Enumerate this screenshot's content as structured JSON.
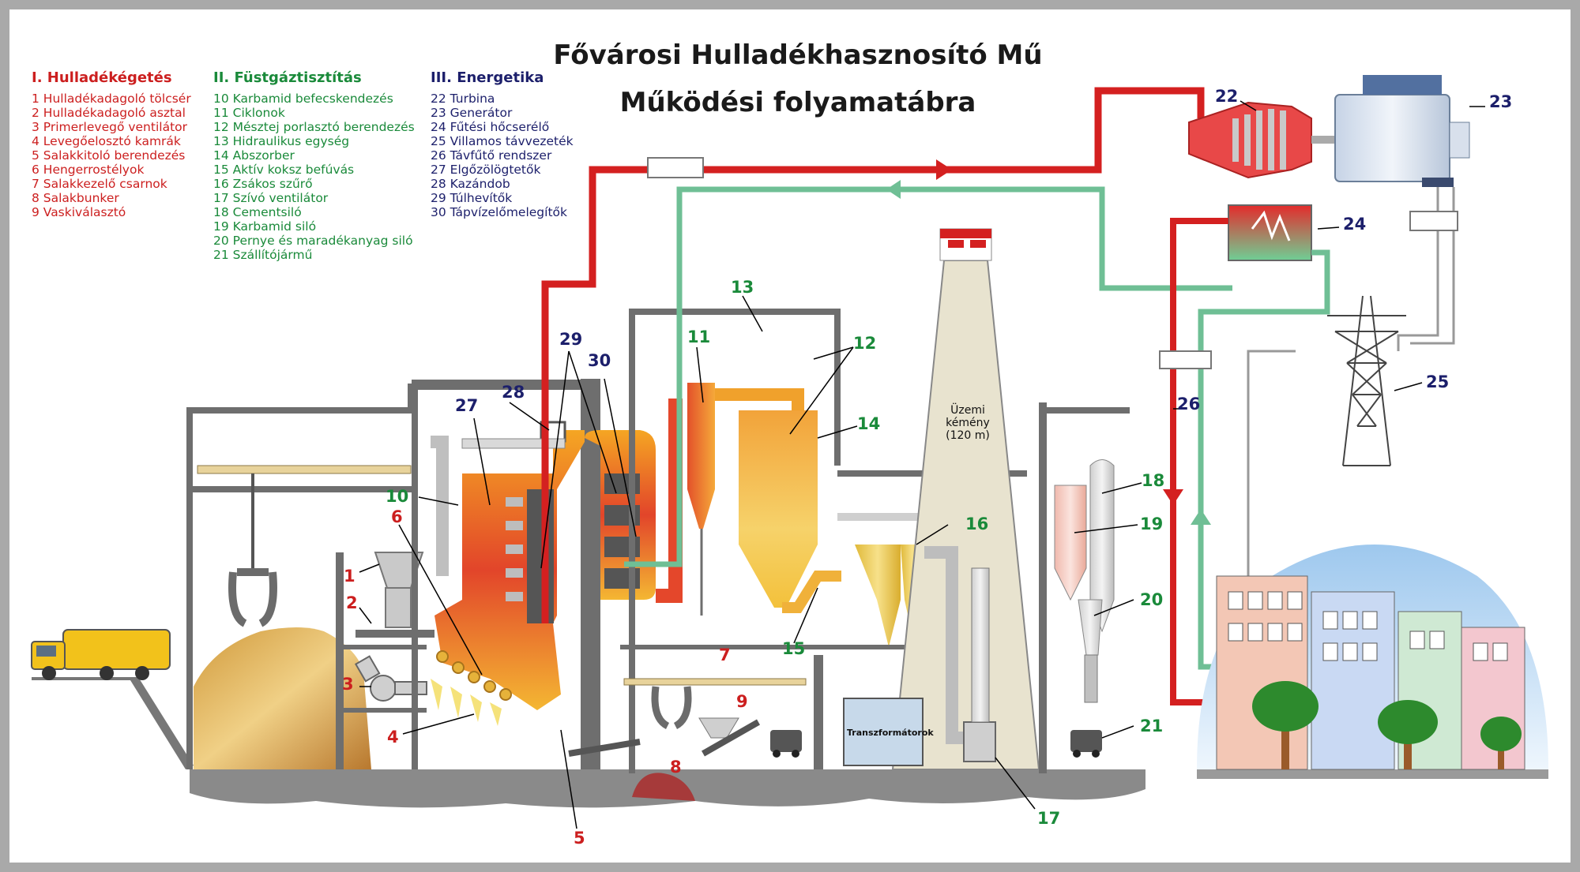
{
  "title_line1": "Fővárosi Hulladékhasznosító Mű",
  "title_line2": "Működési folyamatábra",
  "legend": {
    "waste": {
      "heading": "I. Hulladékégetés",
      "items": [
        "1  Hulladékadagoló tölcsér",
        "2  Hulladékadagoló asztal",
        "3  Primerlevegő ventilátor",
        "4  Levegőelosztó kamrák",
        "5  Salakkitoló berendezés",
        "6  Hengerrostélyok",
        "7  Salakkezelő csarnok",
        "8  Salakbunker",
        "9  Vaskiválasztó"
      ]
    },
    "flue": {
      "heading": "II. Füstgáztisztítás",
      "items": [
        "10  Karbamid befecskendezés",
        "11  Ciklonok",
        "12  Mésztej porlasztó berendezés",
        "13  Hidraulikus egység",
        "14  Abszorber",
        "15  Aktív koksz befúvás",
        "16  Zsákos szűrő",
        "17  Szívó ventilátor",
        "18  Cementsiló",
        "19  Karbamid siló",
        "20  Pernye és maradékanyag siló",
        "21  Szállítójármű"
      ]
    },
    "energy": {
      "heading": "III. Energetika",
      "items": [
        "22  Turbina",
        "23  Generátor",
        "24  Fűtési hőcserélő",
        "25  Villamos távvezeték",
        "26  Távfűtő rendszer",
        "27  Elgőzölögtetők",
        "28  Kazándob",
        "29  Túlhevítők",
        "30  Tápvízelőmelegítők"
      ]
    }
  },
  "labels": {
    "chimney": "Üzemi kémény (120 m)",
    "transformers": "Transzformátorok"
  },
  "callouts": [
    {
      "n": "1",
      "group": "red"
    },
    {
      "n": "2",
      "group": "red"
    },
    {
      "n": "3",
      "group": "red"
    },
    {
      "n": "4",
      "group": "red"
    },
    {
      "n": "5",
      "group": "red"
    },
    {
      "n": "6",
      "group": "red"
    },
    {
      "n": "7",
      "group": "red"
    },
    {
      "n": "8",
      "group": "red"
    },
    {
      "n": "9",
      "group": "red"
    },
    {
      "n": "10",
      "group": "green"
    },
    {
      "n": "11",
      "group": "green"
    },
    {
      "n": "12",
      "group": "green"
    },
    {
      "n": "13",
      "group": "green"
    },
    {
      "n": "14",
      "group": "green"
    },
    {
      "n": "15",
      "group": "green"
    },
    {
      "n": "16",
      "group": "green"
    },
    {
      "n": "17",
      "group": "green"
    },
    {
      "n": "18",
      "group": "green"
    },
    {
      "n": "19",
      "group": "green"
    },
    {
      "n": "20",
      "group": "green"
    },
    {
      "n": "21",
      "group": "green"
    },
    {
      "n": "22",
      "group": "navy"
    },
    {
      "n": "23",
      "group": "navy"
    },
    {
      "n": "24",
      "group": "navy"
    },
    {
      "n": "25",
      "group": "navy"
    },
    {
      "n": "26",
      "group": "navy"
    },
    {
      "n": "27",
      "group": "navy"
    },
    {
      "n": "28",
      "group": "navy"
    },
    {
      "n": "29",
      "group": "navy"
    },
    {
      "n": "30",
      "group": "navy"
    }
  ],
  "colors": {
    "waste": "#cc1f1f",
    "flue": "#1a8a3a",
    "energy": "#1c1f6b",
    "steam_pipe": "#d42020",
    "water_pipe": "#6fbf95",
    "structure": "#6e6e6e",
    "ground": "#7a7a7a"
  }
}
